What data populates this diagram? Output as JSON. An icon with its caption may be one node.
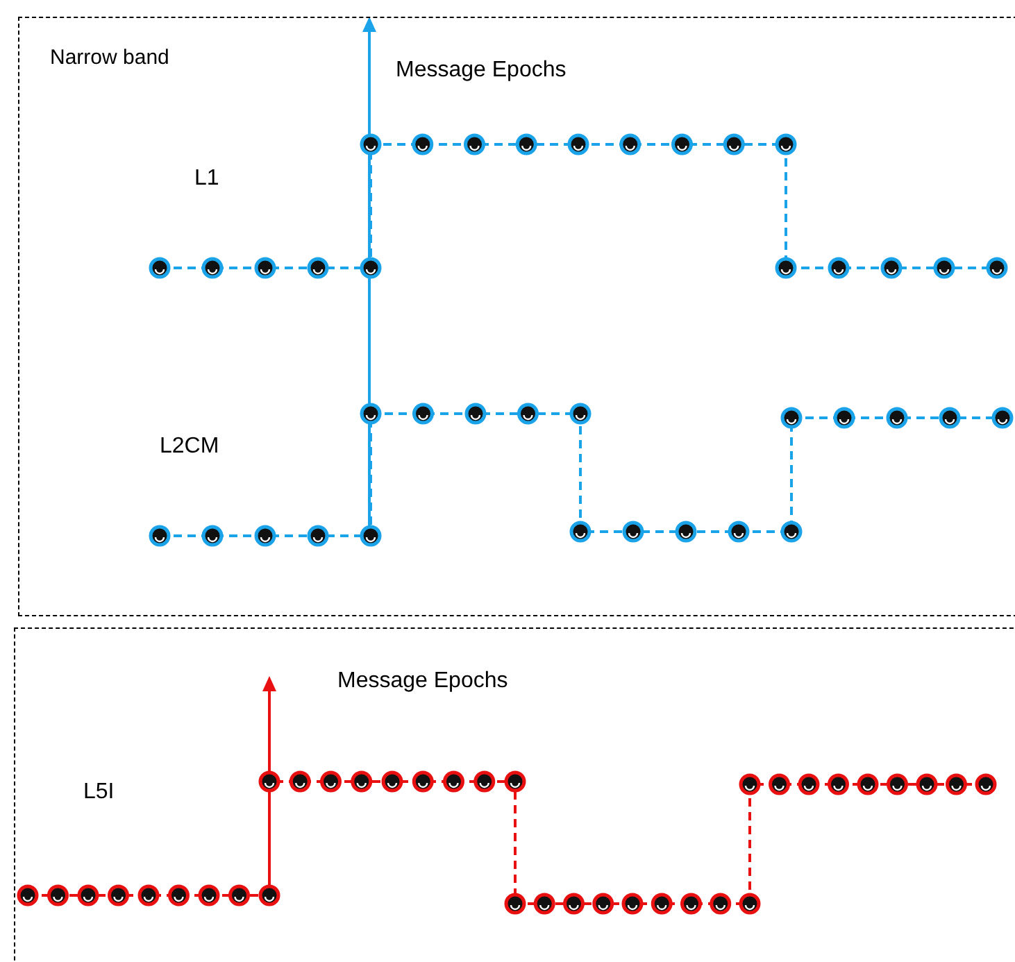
{
  "diagram": {
    "nodes": [
      {
        "text": [
          "Narrow band"
        ]
      },
      {
        "text": [],
        "shape": "box"
      }
    ],
    "edges": [],
    "labels": [
      "Message Epochs",
      "L1",
      "L2CM",
      "Message Epochs",
      "L5I"
    ]
  }
}
